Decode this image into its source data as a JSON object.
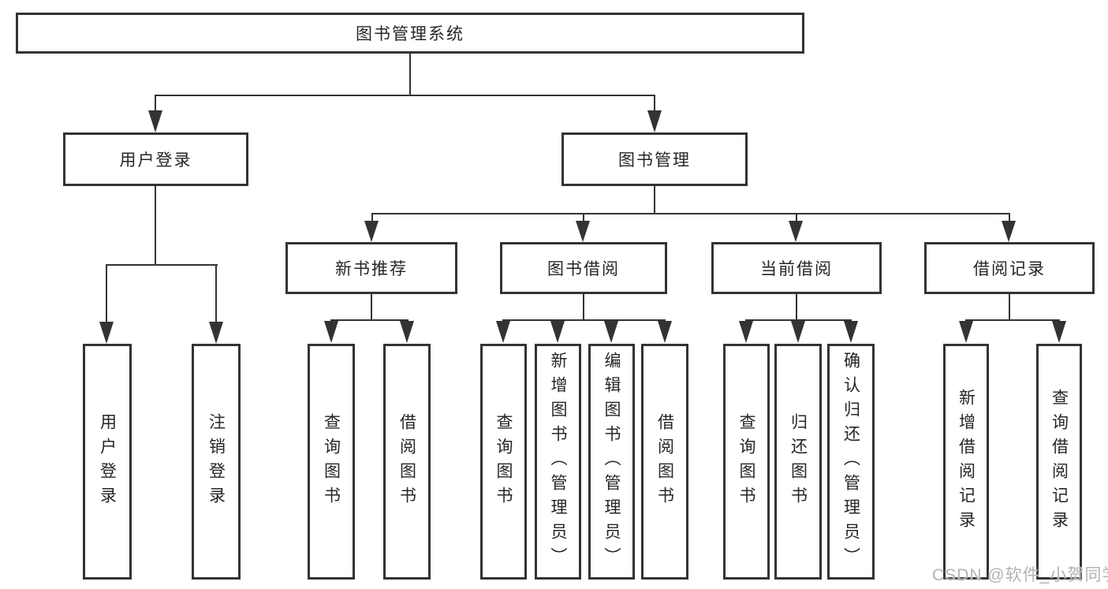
{
  "tree": {
    "root": {
      "label": "图书管理系统"
    },
    "branches": [
      {
        "label": "用户登录",
        "children": [
          "用户登录",
          "注销登录"
        ]
      },
      {
        "label": "图书管理",
        "groups": [
          {
            "label": "新书推荐",
            "children": [
              "查询图书",
              "借阅图书"
            ]
          },
          {
            "label": "图书借阅",
            "children": [
              "查询图书",
              "新增图书（管理员）",
              "编辑图书（管理员）",
              "借阅图书"
            ]
          },
          {
            "label": "当前借阅",
            "children": [
              "查询图书",
              "归还图书",
              "确认归还（管理员）"
            ]
          },
          {
            "label": "借阅记录",
            "children": [
              "新增借阅记录",
              "查询借阅记录"
            ]
          }
        ]
      }
    ]
  },
  "colors": {
    "line": "#333333",
    "text": "#262626",
    "watermark": "#b3b3b3",
    "background": "#ffffff"
  },
  "watermark": {
    "text": "CSDN @软件_小贺同学"
  }
}
